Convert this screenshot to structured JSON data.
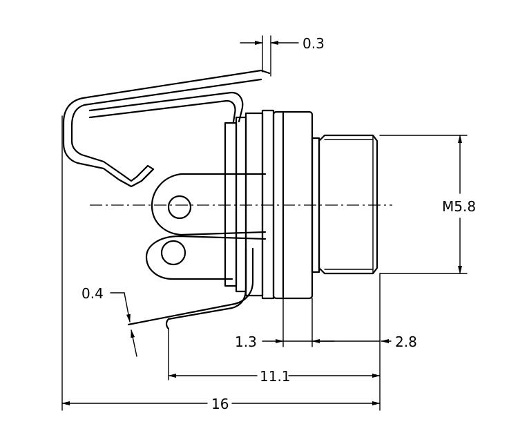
{
  "dimensions": {
    "d_0_3": "0.3",
    "d_m5_8": "M5.8",
    "d_0_4": "0.4",
    "d_1_3": "1.3",
    "d_2_8": "2.8",
    "d_11_1": "11.1",
    "d_16": "16"
  },
  "colors": {
    "line": "#000000",
    "background": "#ffffff"
  }
}
